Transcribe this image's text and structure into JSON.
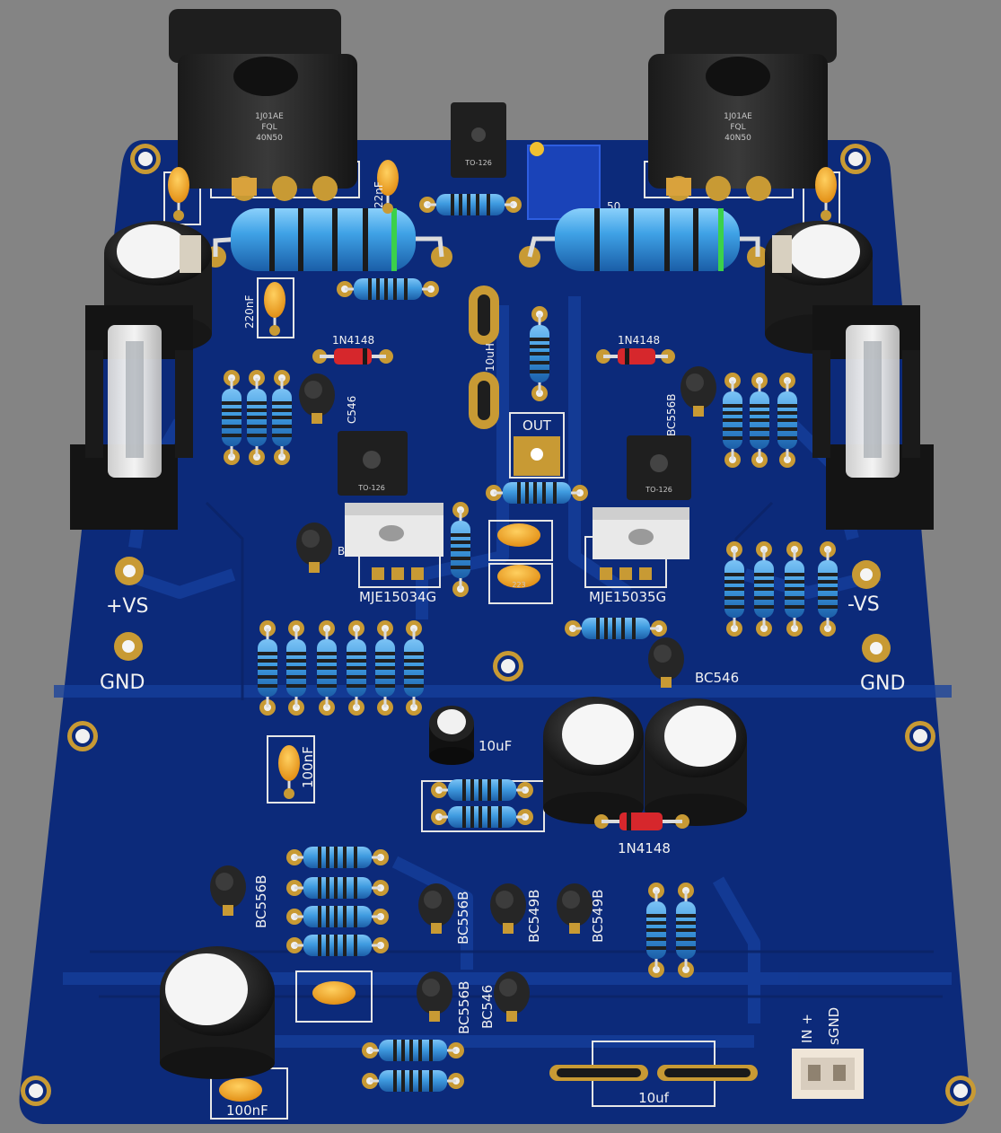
{
  "colors": {
    "background": "#848484",
    "board": "#0c2a7a",
    "trace": "#133a96",
    "silkscreen": "#f2f2f2",
    "pad": "#c89a34",
    "resistor_body": "#3f9be0",
    "capacitor": "#f0a020",
    "transistor": "#262626"
  },
  "labels": {
    "plus_vs": "+VS",
    "minus_vs": "-VS",
    "gnd_left": "GND",
    "gnd_right": "GND",
    "out": "OUT",
    "inductor": "10uH",
    "driver_left": "MJE15034G",
    "driver_right": "MJE15035G",
    "to126_top": "TO-126",
    "to126_left": "TO-126",
    "to126_right": "TO-126",
    "mosfet_left_line1": "1J01AE",
    "mosfet_left_line2": "FQL",
    "mosfet_left_line3": "40N50",
    "mosfet_right_line1": "1J01AE",
    "mosfet_right_line2": "FQL",
    "mosfet_right_line3": "40N50",
    "diode_top_left": "1N4148",
    "diode_top_right": "1N4148",
    "diode_center": "1N4148",
    "bc546_left": "C546",
    "bc556b_right_top": "BC556B",
    "bc546_center": "BC546",
    "bc556b_lower_left": "BC556B",
    "bc556b_lower_mid": "BC556B",
    "bc549b_a": "BC549B",
    "bc549b_b": "BC549B",
    "bc556b_bottom": "BC556B",
    "bc546_bottom": "BC546",
    "cap_220nf": "220nF",
    "cap_22nf": "22nF",
    "cap_223": "223",
    "cap_10uf_small": "10uF",
    "cap_100nf_mid": "100nF",
    "cap_100nf_bottom": "100nF",
    "cap_10uf_bottom": "10uf",
    "bc_partial_left": "B",
    "pot_value_fragment": "50",
    "input_in": "IN +",
    "input_sgnd": "sGND"
  }
}
